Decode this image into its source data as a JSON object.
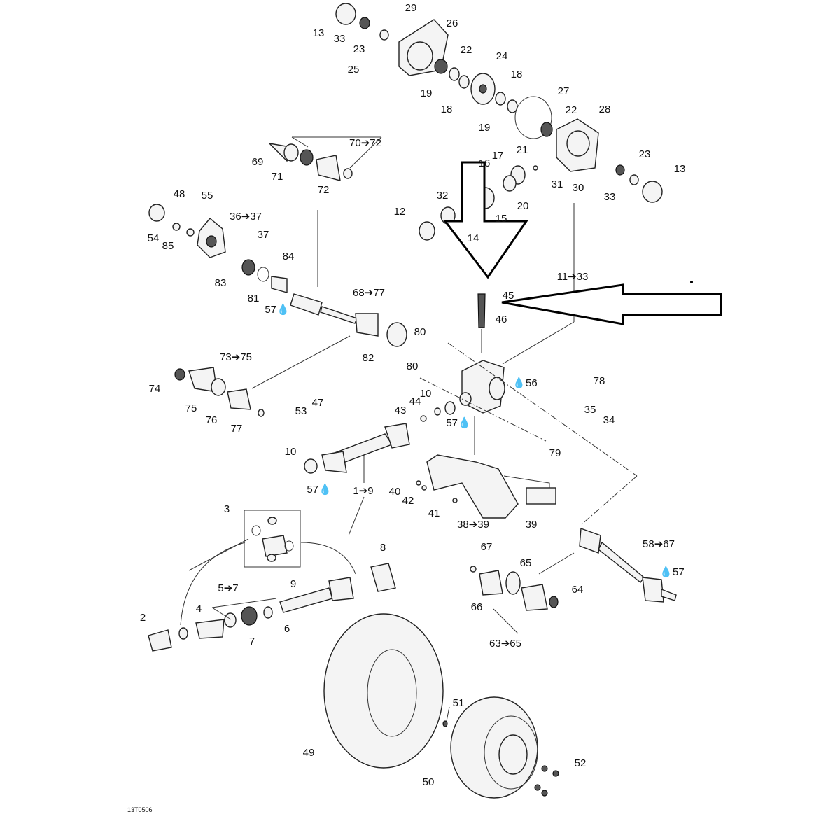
{
  "diagram": {
    "callouts": [
      "13",
      "33",
      "29",
      "26",
      "23",
      "22",
      "25",
      "24",
      "18",
      "19",
      "18",
      "27",
      "22",
      "28",
      "19",
      "70➔72",
      "69",
      "71",
      "72",
      "17",
      "16",
      "21",
      "23",
      "13",
      "31",
      "30",
      "33",
      "20",
      "32",
      "12",
      "15",
      "14",
      "48",
      "55",
      "36➔37",
      "37",
      "54",
      "85",
      "84",
      "83",
      "81",
      "57💧",
      "68➔77",
      "11➔33",
      "45",
      "46",
      "80",
      "82",
      "73➔75",
      "80",
      "💧56",
      "78",
      "74",
      "10",
      "44",
      "43",
      "47",
      "53",
      "57💧",
      "35",
      "34",
      "75",
      "76",
      "77",
      "79",
      "10",
      "40",
      "42",
      "41",
      "57💧",
      "1➔9",
      "38➔39",
      "39",
      "3",
      "8",
      "67",
      "65",
      "58➔67",
      "💧57",
      "64",
      "9",
      "5➔7",
      "66",
      "4",
      "2",
      "6",
      "7",
      "63➔65",
      "51",
      "49",
      "52",
      "50"
    ],
    "drawing_code": "13T0506"
  }
}
